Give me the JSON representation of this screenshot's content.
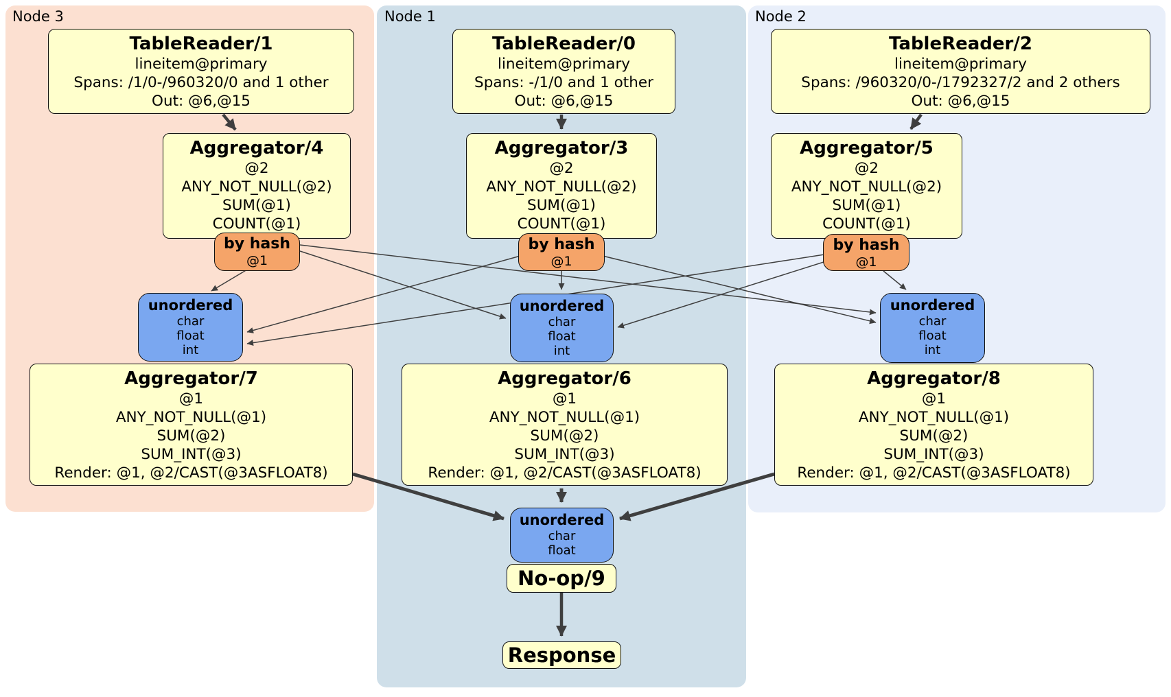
{
  "colors": {
    "node3_bg": "#fce0d1",
    "node1_bg": "#cfdfe9",
    "node2_bg": "#e9effa",
    "processor_bg": "#ffffcc",
    "router_bg": "#f5a469",
    "stream_bg": "#7aa7f0",
    "edge": "#3f3f3f"
  },
  "regions": {
    "node3": {
      "label": "Node 3"
    },
    "node1": {
      "label": "Node 1"
    },
    "node2": {
      "label": "Node 2"
    }
  },
  "boxes": {
    "tr1": {
      "title": "TableReader/1",
      "lines": [
        "lineitem@primary",
        "Spans: /1/0-/960320/0 and 1 other",
        "Out: @6,@15"
      ]
    },
    "tr0": {
      "title": "TableReader/0",
      "lines": [
        "lineitem@primary",
        "Spans: -/1/0 and 1 other",
        "Out: @6,@15"
      ]
    },
    "tr2": {
      "title": "TableReader/2",
      "lines": [
        "lineitem@primary",
        "Spans: /960320/0-/1792327/2 and 2 others",
        "Out: @6,@15"
      ]
    },
    "agg4": {
      "title": "Aggregator/4",
      "lines": [
        "@2",
        "ANY_NOT_NULL(@2)",
        "SUM(@1)",
        "COUNT(@1)"
      ]
    },
    "agg3": {
      "title": "Aggregator/3",
      "lines": [
        "@2",
        "ANY_NOT_NULL(@2)",
        "SUM(@1)",
        "COUNT(@1)"
      ]
    },
    "agg5": {
      "title": "Aggregator/5",
      "lines": [
        "@2",
        "ANY_NOT_NULL(@2)",
        "SUM(@1)",
        "COUNT(@1)"
      ]
    },
    "agg7": {
      "title": "Aggregator/7",
      "lines": [
        "@1",
        "ANY_NOT_NULL(@1)",
        "SUM(@2)",
        "SUM_INT(@3)",
        "Render: @1, @2/CAST(@3ASFLOAT8)"
      ]
    },
    "agg6": {
      "title": "Aggregator/6",
      "lines": [
        "@1",
        "ANY_NOT_NULL(@1)",
        "SUM(@2)",
        "SUM_INT(@3)",
        "Render: @1, @2/CAST(@3ASFLOAT8)"
      ]
    },
    "agg8": {
      "title": "Aggregator/8",
      "lines": [
        "@1",
        "ANY_NOT_NULL(@1)",
        "SUM(@2)",
        "SUM_INT(@3)",
        "Render: @1, @2/CAST(@3ASFLOAT8)"
      ]
    },
    "noop": {
      "title": "No-op/9"
    },
    "response": {
      "title": "Response"
    }
  },
  "routers": {
    "left": {
      "title": "by hash",
      "lines": [
        "@1"
      ]
    },
    "center": {
      "title": "by hash",
      "lines": [
        "@1"
      ]
    },
    "right": {
      "title": "by hash",
      "lines": [
        "@1"
      ]
    }
  },
  "streams": {
    "left": {
      "title": "unordered",
      "lines": [
        "char",
        "float",
        "int"
      ]
    },
    "center": {
      "title": "unordered",
      "lines": [
        "char",
        "float",
        "int"
      ]
    },
    "right": {
      "title": "unordered",
      "lines": [
        "char",
        "float",
        "int"
      ]
    },
    "final": {
      "title": "unordered",
      "lines": [
        "char",
        "float"
      ]
    }
  }
}
